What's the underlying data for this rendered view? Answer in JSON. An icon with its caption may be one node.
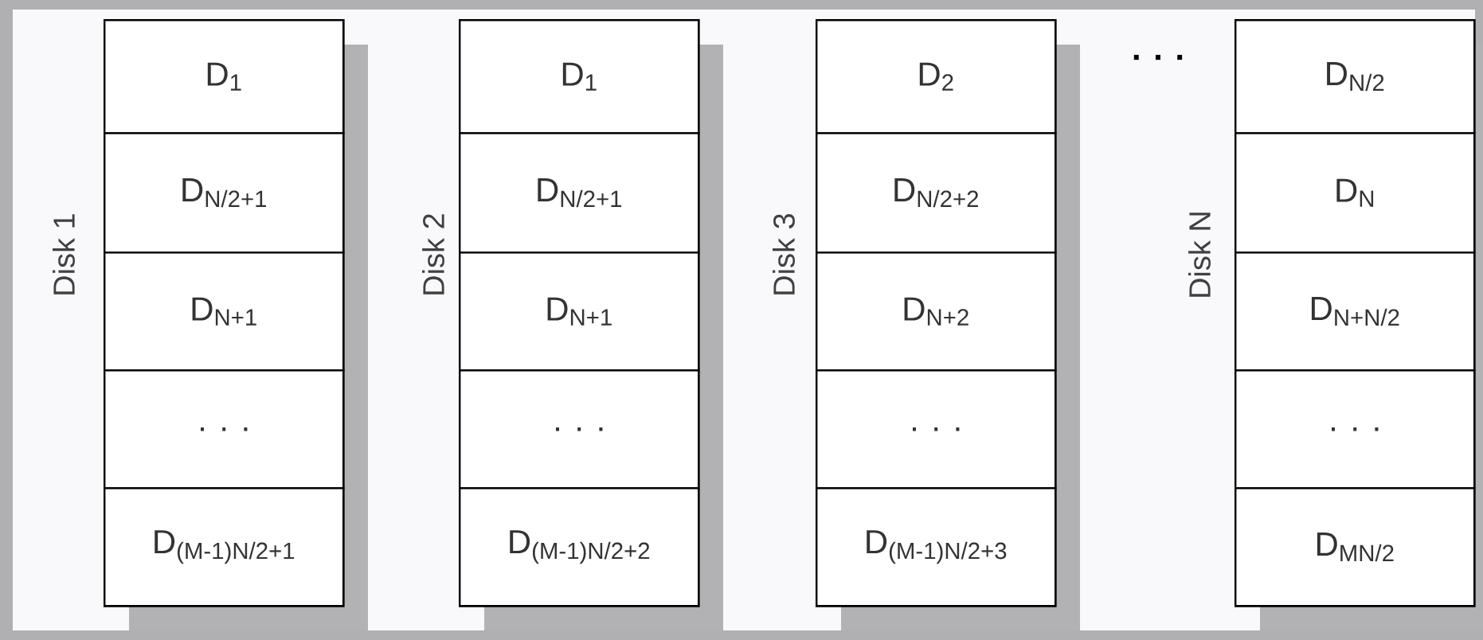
{
  "diagram": {
    "nodes": [
      {
        "text": [
          "Disk 1"
        ]
      },
      {
        "text": [
          "D$_{1}$"
        ],
        "in": 0
      },
      {
        "text": [
          "D$_{N/2+1}$"
        ],
        "in": 0
      },
      {
        "text": [
          "D$_{N+1}$"
        ],
        "in": 0
      },
      {
        "text": [
          ". . ."
        ],
        "in": 0
      },
      {
        "text": [
          "D$_{(M-1)N/2+1}$"
        ],
        "in": 0
      },
      {
        "text": [
          "Disk 2"
        ]
      },
      {
        "text": [
          "D$_{1}$"
        ],
        "in": 6
      },
      {
        "text": [
          "D$_{N/2+1}$"
        ],
        "in": 6
      },
      {
        "text": [
          "D$_{N+1}$"
        ],
        "in": 6
      },
      {
        "text": [
          ". . ."
        ],
        "in": 6
      },
      {
        "text": [
          "D$_{(M-1)N/2+2}$"
        ],
        "in": 6
      },
      {
        "text": [
          "Disk 3"
        ]
      },
      {
        "text": [
          "D$_{2}$"
        ],
        "in": 12
      },
      {
        "text": [
          "D$_{N/2+2}$"
        ],
        "in": 12
      },
      {
        "text": [
          "D$_{N+2}$"
        ],
        "in": 12
      },
      {
        "text": [
          ". . ."
        ],
        "in": 12
      },
      {
        "text": [
          "D$_{(M-1)N/2+3}$"
        ],
        "in": 12
      },
      {
        "text": [
          "Disk N"
        ]
      },
      {
        "text": [
          "D$_{N/2}$"
        ],
        "in": 18
      },
      {
        "text": [
          "D$_{N}$"
        ],
        "in": 18
      },
      {
        "text": [
          "D$_{N+N/2}$"
        ],
        "in": 18
      },
      {
        "text": [
          ". . ."
        ],
        "in": 18
      },
      {
        "text": [
          "D$_{MN/2}$"
        ],
        "in": 18
      }
    ],
    "labels": [
      ". . ."
    ]
  }
}
